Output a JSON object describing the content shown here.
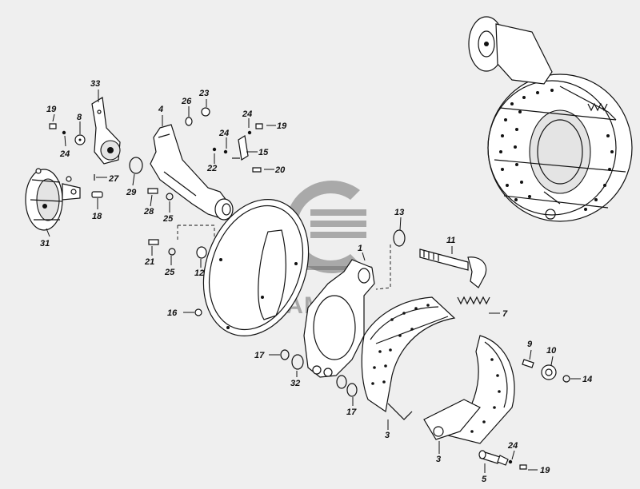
{
  "diagram": {
    "labels": {
      "p1": "1",
      "p3a": "3",
      "p3b": "3",
      "p4": "4",
      "p5": "5",
      "p7": "7",
      "p8": "8",
      "p9": "9",
      "p10": "10",
      "p11": "11",
      "p12": "12",
      "p13": "13",
      "p14": "14",
      "p15": "15",
      "p16": "16",
      "p17a": "17",
      "p17b": "17",
      "p18": "18",
      "p19a": "19",
      "p19b": "19",
      "p19c": "19",
      "p20": "20",
      "p21": "21",
      "p22": "22",
      "p23": "23",
      "p24a": "24",
      "p24b": "24",
      "p24c": "24",
      "p24d": "24",
      "p25a": "25",
      "p25b": "25",
      "p26": "26",
      "p27": "27",
      "p28": "28",
      "p29": "29",
      "p31": "31",
      "p32": "32",
      "p33": "33"
    },
    "watermark": {
      "text": "КАМАЗ"
    },
    "colors": {
      "line": "#111111",
      "background": "#efefef",
      "watermark": "#6f6f6f"
    }
  }
}
